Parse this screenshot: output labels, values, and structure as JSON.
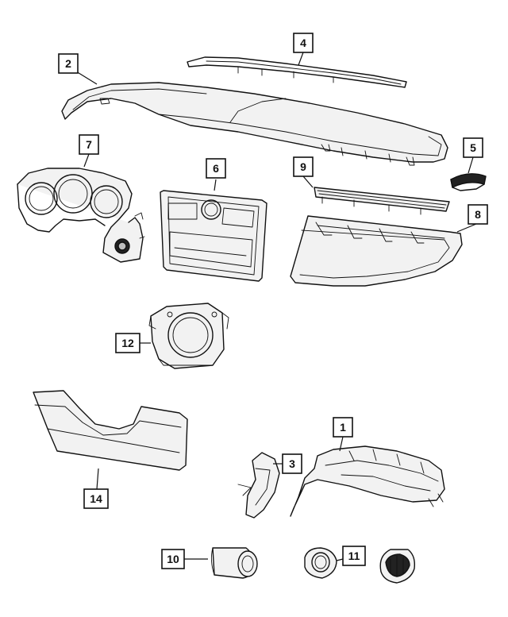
{
  "callouts": [
    {
      "id": "1",
      "label": "1"
    },
    {
      "id": "2",
      "label": "2"
    },
    {
      "id": "3",
      "label": "3"
    },
    {
      "id": "4",
      "label": "4"
    },
    {
      "id": "5",
      "label": "5"
    },
    {
      "id": "6",
      "label": "6"
    },
    {
      "id": "7",
      "label": "7"
    },
    {
      "id": "8",
      "label": "8"
    },
    {
      "id": "9",
      "label": "9"
    },
    {
      "id": "10",
      "label": "10"
    },
    {
      "id": "11",
      "label": "11"
    },
    {
      "id": "12",
      "label": "12"
    },
    {
      "id": "14",
      "label": "14"
    }
  ]
}
